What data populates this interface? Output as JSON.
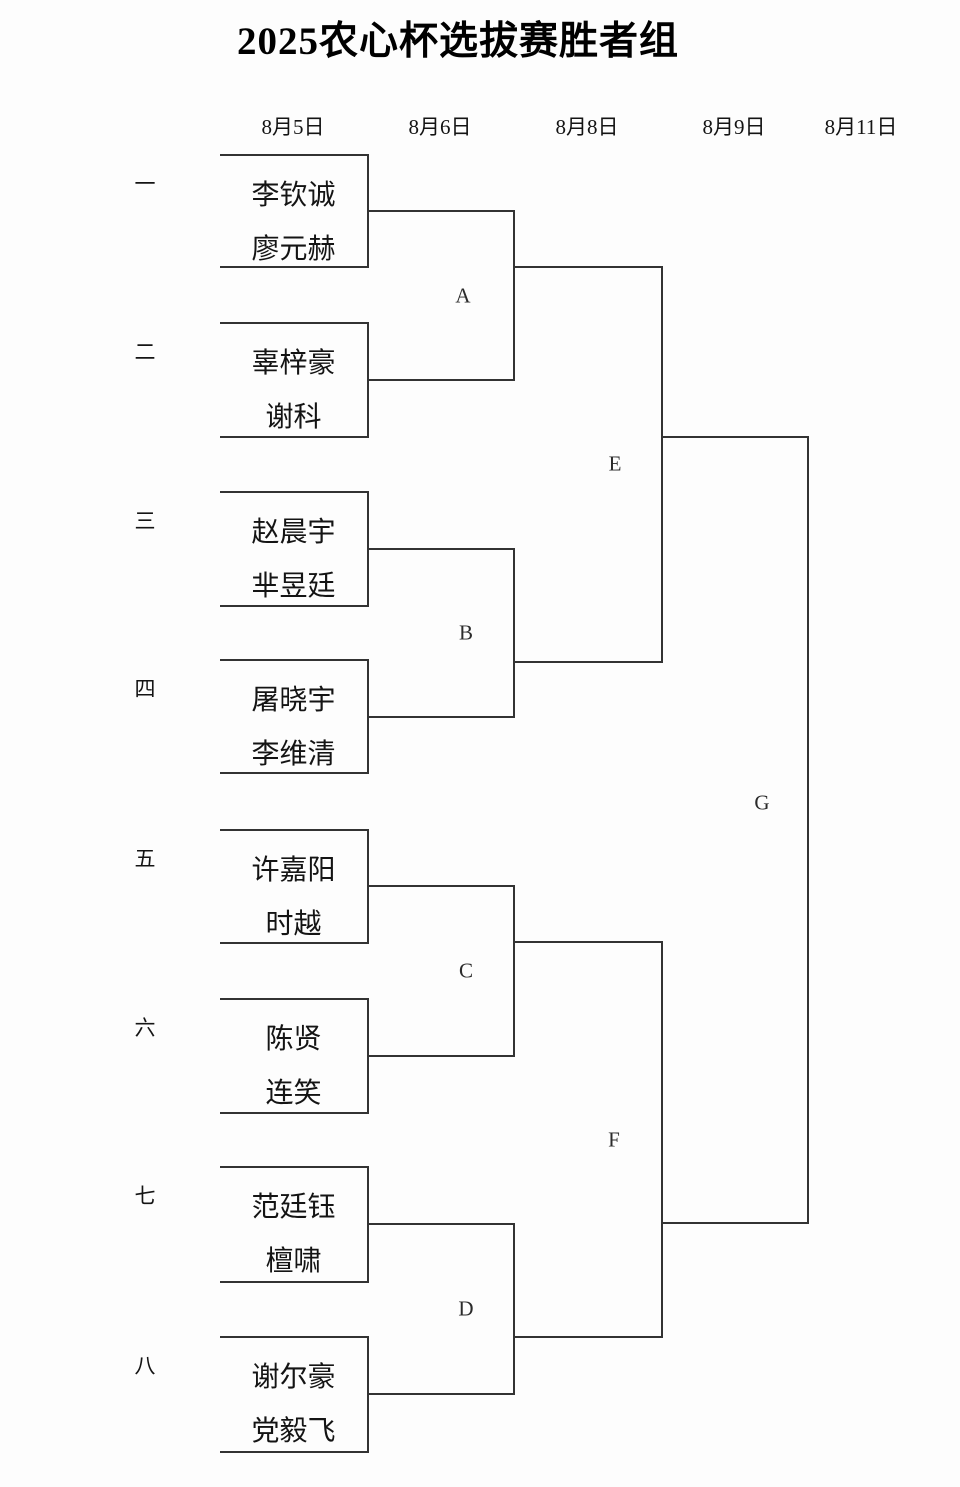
{
  "title": "2025农心杯选拔赛胜者组",
  "columns": [
    "8月5日",
    "8月6日",
    "8月8日",
    "8月9日",
    "8月11日"
  ],
  "rows": [
    {
      "seed": "一",
      "players": [
        "李钦诚",
        "廖元赫"
      ]
    },
    {
      "seed": "二",
      "players": [
        "辜梓豪",
        "谢科"
      ]
    },
    {
      "seed": "三",
      "players": [
        "赵晨宇",
        "芈昱廷"
      ]
    },
    {
      "seed": "四",
      "players": [
        "屠晓宇",
        "李维清"
      ]
    },
    {
      "seed": "五",
      "players": [
        "许嘉阳",
        "时越"
      ]
    },
    {
      "seed": "六",
      "players": [
        "陈贤",
        "连笑"
      ]
    },
    {
      "seed": "七",
      "players": [
        "范廷钰",
        "檀啸"
      ]
    },
    {
      "seed": "八",
      "players": [
        "谢尔豪",
        "党毅飞"
      ]
    }
  ],
  "matches": {
    "round2": [
      "A",
      "B",
      "C",
      "D"
    ],
    "round3": [
      "E",
      "F"
    ],
    "final": [
      "G"
    ]
  },
  "colors": {
    "line": "#333333",
    "text": "#141414",
    "background": "#fdfdfd"
  }
}
